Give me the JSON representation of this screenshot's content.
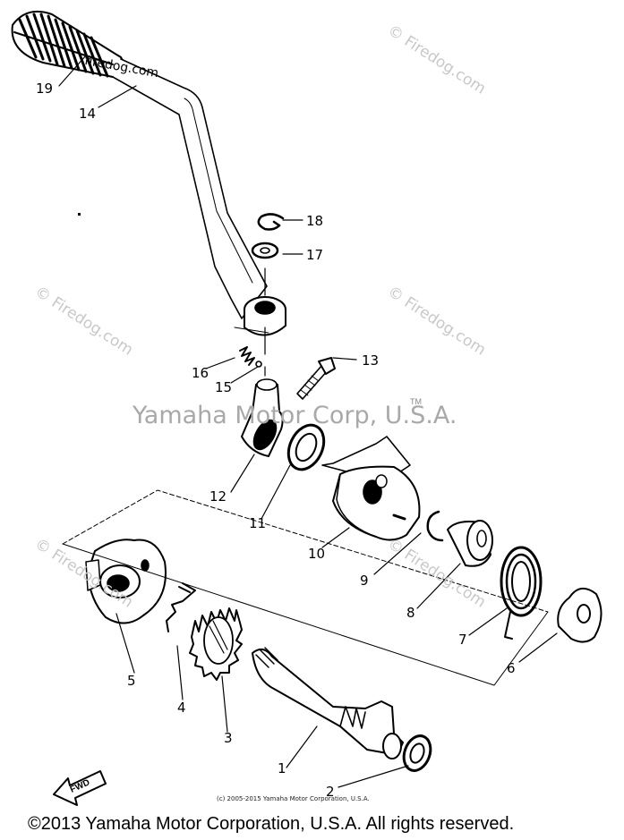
{
  "diagram": {
    "part_labels": [
      "1",
      "2",
      "3",
      "4",
      "5",
      "6",
      "7",
      "8",
      "9",
      "10",
      "11",
      "12",
      "13",
      "14",
      "15",
      "16",
      "17",
      "18",
      "19"
    ],
    "fwd_label": "FWD",
    "brand_text": "Yamaha Motor Corp, U.S.A.",
    "trademark": "TM",
    "small_copyright": "(c) 2005-2015 Yamaha Motor Corporation, U.S.A.",
    "footer_copyright": "©2013 Yamaha Motor Corporation, U.S.A. All rights reserved.",
    "watermark": "© Firedog.com",
    "watermark_small": "firedog.com"
  }
}
